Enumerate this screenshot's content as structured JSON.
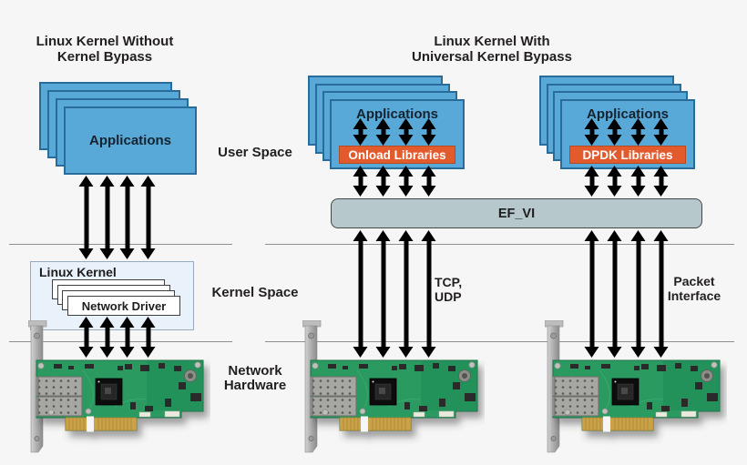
{
  "header": {
    "left_title_line1": "Linux Kernel Without",
    "left_title_line2": "Kernel Bypass",
    "right_title_line1": "Linux Kernel With",
    "right_title_line2": "Universal Kernel Bypass"
  },
  "zones": {
    "user_space": "User Space",
    "kernel_space": "Kernel Space",
    "network_hardware_line1": "Network",
    "network_hardware_line2": "Hardware"
  },
  "left_diagram": {
    "applications_label": "Applications",
    "linux_kernel_label": "Linux Kernel",
    "network_driver_label": "Network Driver"
  },
  "center_diagram": {
    "applications_label": "Applications",
    "libraries_label": "Onload Libraries",
    "protocol_line1": "TCP,",
    "protocol_line2": "UDP"
  },
  "right_diagram": {
    "applications_label": "Applications",
    "libraries_label": "DPDK Libraries",
    "interface_line1": "Packet",
    "interface_line2": "Interface"
  },
  "shared": {
    "efvi_label": "EF_VI"
  },
  "colors": {
    "background": "#f5f6f5",
    "app_box_fill": "#58a9d7",
    "app_box_border": "#2a6c99",
    "library_box_fill": "#e35b2c",
    "efvi_fill": "#b6c8cc",
    "kernel_box_fill": "#e9f1fa",
    "arrow_color": "#000000",
    "nic_pcb_green": "#2a9a60"
  }
}
